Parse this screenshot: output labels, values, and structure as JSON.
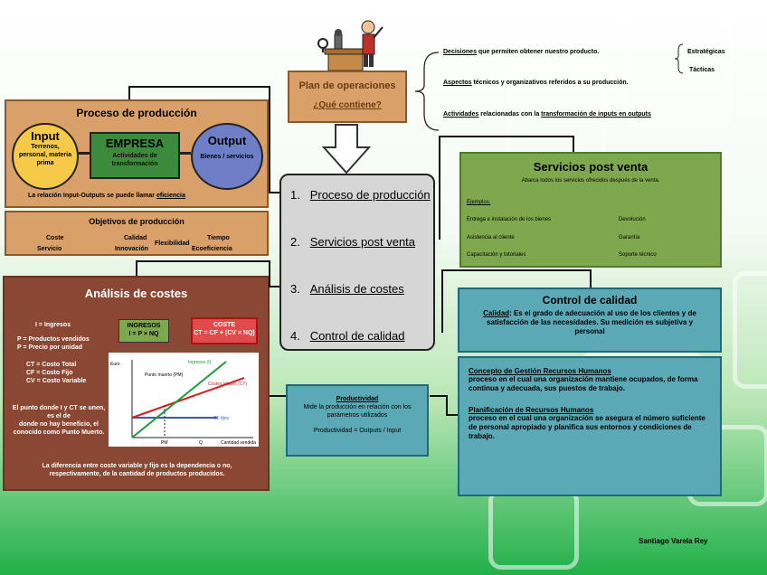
{
  "plan": {
    "title": "Plan de operaciones",
    "question": "¿Qué contiene?"
  },
  "right_items": {
    "decisiones_a": "Decisiones",
    "decisiones_b": " que permiten obtener nuestro producto.",
    "estrategicas": "Estratégicas",
    "tacticas": "Tácticas",
    "aspectos_a": "Aspectos",
    "aspectos_b": " técnicos y organizativos referidos a su producción.",
    "actividades_a": "Actividades",
    "actividades_b": " relacionadas con la ",
    "actividades_c": "transformación de inputs en outputs"
  },
  "center_list": [
    "Proceso de producción",
    "Servicios post venta",
    "Análisis de costes",
    "Control de calidad"
  ],
  "center_nums": [
    "1.",
    "2.",
    "3.",
    "4."
  ],
  "proceso": {
    "title": "Proceso de producción",
    "input_title": "Input",
    "input_text": "Terrenos, personal, materia prima",
    "empresa_title": "EMPRESA",
    "empresa_text": "Actividades de transformación",
    "output_title": "Output",
    "output_text": "Bienes / servicios",
    "relacion": "La relación Input-Outputs se puede llamar ",
    "eficiencia": "eficiencia"
  },
  "objetivos": {
    "title": "Objetivos de producción",
    "items": [
      "Coste",
      "Calidad",
      "Tiempo",
      "Servicio",
      "Innovación",
      "Flexibilidad",
      "Ecoeficiencia"
    ]
  },
  "costes": {
    "title": "Análisis de costes",
    "ingresos_def": "I = Ingresos",
    "q_def": "P = Productos vendidos\nP = Precio por unidad",
    "ct_def": "CT = Costo Total\nCF = Costo Fijo\nCV = Costo Variable",
    "punto": "El punto donde I y CT se unen, es el de\ndonde no hay beneficio, el conocido como Punto Muerto.",
    "ingresos_box": "INGRESOS\nI = P × NQ",
    "coste_box": "COSTE\nCT = CF + (CV × NQ)",
    "nota": "La diferencia entre coste variable y fijo es la dependencia o no, respectivamente, de la cantidad de productos producidos."
  },
  "graph": {
    "ylabel": "Euro",
    "ingresos": "Ingresos (I)",
    "costes": "Costes totales (CT)",
    "muerto": "Punto muerto (PM)",
    "fijos": "CF fijos",
    "x1": "PM",
    "x2": "Q",
    "x3": "Cantidad vendida"
  },
  "productividad": {
    "title": "Productividad",
    "text": "Mide la producción en relación con los parámetros utilizados",
    "formula": "Productividad = Outputs / Input"
  },
  "servicios": {
    "title": "Servicios post venta",
    "subtitle": "Abarca todos los servicios ofrecidos después de la venta.",
    "ejemplos": "Ejemplos:",
    "items": [
      "Entrega e instalación de los bienes",
      "Devolución",
      "Asistencia al cliente",
      "Garantía",
      "Capacitación y tutoriales",
      "Soporte técnico"
    ]
  },
  "calidad": {
    "title": "Control de calidad",
    "label": "Calidad",
    "text": ": Es el grado de adecuación al uso de los clientes y de satisfacción de las necesidades. Su medición es subjetiva y personal"
  },
  "rrhh": {
    "t1": "Concepto de Gestión Recursos Humanos",
    "b1": "proceso en el cual una organización mantiene ocupados, de forma continua y adecuada, sus puestos de trabajo.",
    "t2": "Planificación de Recursos Humanos",
    "b2": "proceso en el cual una organización se asegura el número suficiente de personal apropiado y planifica sus entornos y condiciones de trabajo."
  },
  "author": "Santiago Varela Rey",
  "colors": {
    "proceso": "#d9a06a",
    "costes": "#8a4733",
    "servicios": "#7ea84e",
    "calidad": "#5ba8b6",
    "empresa": "#3c8a3c",
    "input": "#f7c948",
    "output": "#6f7fc7"
  }
}
